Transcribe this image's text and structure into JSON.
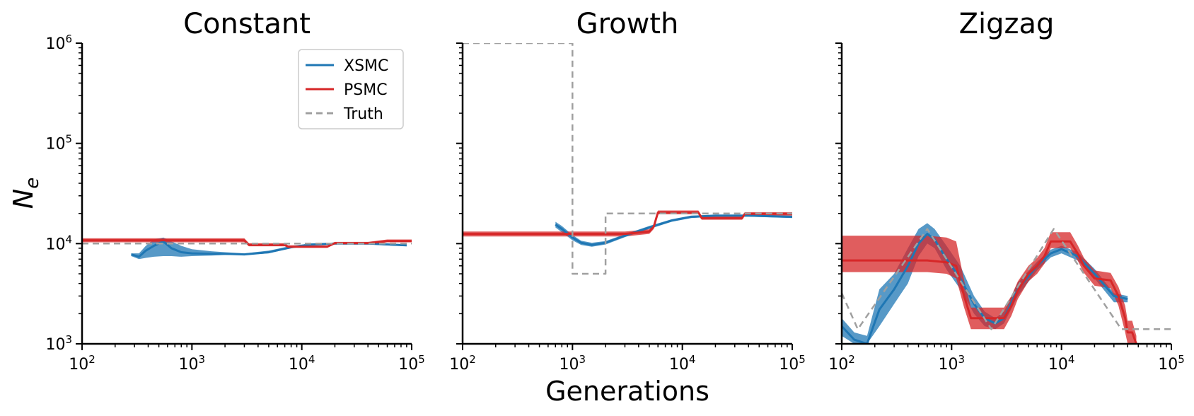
{
  "figure": {
    "ylabel": "N",
    "ylabel_sub": "e",
    "xlabel": "Generations"
  },
  "chart_data": [
    {
      "type": "line",
      "title": "Constant",
      "xscale": "log",
      "yscale": "log",
      "xlim": [
        100,
        100000
      ],
      "ylim": [
        1000,
        1000000
      ],
      "legend": {
        "placement": "top-right",
        "entries": [
          "XSMC",
          "PSMC",
          "Truth"
        ]
      },
      "series": [
        {
          "name": "XSMC",
          "color": "#1f77b4",
          "x": [
            280,
            330,
            380,
            450,
            550,
            650,
            800,
            1000,
            1500,
            2000,
            3000,
            5000,
            8000,
            12000,
            20000,
            40000,
            90000
          ],
          "y": [
            7800,
            7400,
            8500,
            9500,
            10500,
            9000,
            8200,
            8000,
            7900,
            7900,
            7800,
            8200,
            9200,
            9800,
            10000,
            10000,
            9600
          ],
          "lower": [
            7500,
            7000,
            7200,
            7400,
            7500,
            7500,
            7400,
            7500,
            7600,
            7700,
            7700,
            8000,
            9000,
            9600,
            9800,
            9800,
            9400
          ],
          "upper": [
            8000,
            8000,
            9500,
            11000,
            11500,
            10500,
            9500,
            8800,
            8400,
            8200,
            8000,
            8500,
            9500,
            10000,
            10200,
            10200,
            9800
          ]
        },
        {
          "name": "PSMC",
          "color": "#d62728",
          "x": [
            100,
            3000,
            3300,
            7000,
            7500,
            17000,
            20000,
            40000,
            60000,
            100000
          ],
          "y": [
            10800,
            10800,
            9700,
            9700,
            9300,
            9300,
            10100,
            10100,
            10600,
            10600
          ],
          "lower": [
            10300,
            10300,
            9400,
            9400,
            9100,
            9100,
            9900,
            9900,
            10300,
            10300
          ],
          "upper": [
            11300,
            11300,
            10100,
            10100,
            9600,
            9600,
            10400,
            10400,
            11000,
            11000
          ]
        },
        {
          "name": "Truth",
          "color": "#a0a0a0",
          "style": "dashed",
          "x": [
            100,
            100000
          ],
          "y": [
            10000,
            10000
          ]
        }
      ]
    },
    {
      "type": "line",
      "title": "Growth",
      "xscale": "log",
      "yscale": "log",
      "xlim": [
        100,
        100000
      ],
      "ylim": [
        1000,
        1000000
      ],
      "series": [
        {
          "name": "XSMC",
          "color": "#1f77b4",
          "x": [
            700,
            800,
            1000,
            1200,
            1500,
            2000,
            3000,
            5000,
            8000,
            12000,
            20000,
            40000,
            100000
          ],
          "y": [
            15500,
            14000,
            11500,
            10200,
            9700,
            10200,
            12000,
            14500,
            17000,
            18500,
            19000,
            19000,
            18500
          ],
          "lower": [
            14500,
            13000,
            10800,
            9700,
            9300,
            9800,
            11600,
            14000,
            16500,
            18000,
            18600,
            18600,
            18000
          ],
          "upper": [
            16500,
            15000,
            12200,
            10700,
            10200,
            10600,
            12400,
            15000,
            17500,
            19000,
            19400,
            19400,
            19000
          ]
        },
        {
          "name": "PSMC",
          "color": "#d62728",
          "x": [
            100,
            3000,
            5000,
            5500,
            6000,
            14000,
            15000,
            35000,
            37000,
            100000
          ],
          "y": [
            12500,
            12500,
            13200,
            14800,
            20500,
            20500,
            18000,
            18000,
            19800,
            19800
          ],
          "lower": [
            11800,
            11800,
            12500,
            14000,
            19600,
            19600,
            17300,
            17300,
            19000,
            19000
          ],
          "upper": [
            13200,
            13200,
            13900,
            15600,
            21400,
            21400,
            18700,
            18700,
            20600,
            20600
          ]
        },
        {
          "name": "Truth",
          "color": "#a0a0a0",
          "style": "dashed",
          "x": [
            100,
            1000,
            1000,
            2000,
            2000,
            100000
          ],
          "y": [
            1000000,
            1000000,
            5000,
            5000,
            20000,
            20000
          ]
        }
      ]
    },
    {
      "type": "line",
      "title": "Zigzag",
      "xscale": "log",
      "yscale": "log",
      "xlim": [
        100,
        100000
      ],
      "ylim": [
        1000,
        1000000
      ],
      "series": [
        {
          "name": "XSMC",
          "color": "#1f77b4",
          "x": [
            100,
            130,
            170,
            220,
            300,
            400,
            500,
            600,
            700,
            900,
            1200,
            1600,
            2000,
            2500,
            3000,
            4000,
            6000,
            8000,
            10000,
            14000,
            20000,
            30000,
            40000
          ],
          "y": [
            1500,
            1100,
            1000,
            2200,
            3500,
            6000,
            10000,
            12500,
            11000,
            7000,
            4500,
            2500,
            1800,
            1600,
            1800,
            3500,
            6000,
            8000,
            8800,
            7500,
            5000,
            3000,
            2800
          ],
          "lower": [
            1200,
            1000,
            1000,
            1500,
            2500,
            4000,
            7500,
            10000,
            9000,
            5500,
            3500,
            2000,
            1500,
            1400,
            1600,
            3000,
            5400,
            7300,
            8000,
            6800,
            4500,
            2600,
            2600
          ],
          "upper": [
            1800,
            1300,
            1200,
            3500,
            5000,
            9000,
            14000,
            16000,
            14000,
            9500,
            6000,
            3000,
            2100,
            1800,
            2100,
            4100,
            6600,
            8700,
            9500,
            8200,
            5600,
            3200,
            3000
          ]
        },
        {
          "name": "PSMC",
          "color": "#d62728",
          "x": [
            100,
            600,
            900,
            1100,
            1300,
            1500,
            3000,
            3500,
            4000,
            5000,
            6000,
            7000,
            8000,
            12000,
            14000,
            16000,
            20000,
            28000,
            33000,
            38000,
            40000,
            44000,
            48000
          ],
          "y": [
            6800,
            6800,
            6500,
            6000,
            3000,
            1800,
            1800,
            2400,
            3400,
            5000,
            6000,
            7500,
            10500,
            10500,
            8000,
            6000,
            4500,
            4300,
            3000,
            1800,
            1300,
            1300,
            1000
          ],
          "lower": [
            5200,
            5200,
            5000,
            4500,
            2300,
            1400,
            1400,
            1900,
            2800,
            4200,
            5000,
            6300,
            9000,
            9000,
            6800,
            5100,
            3800,
            3600,
            2400,
            1300,
            1000,
            1000,
            1000
          ],
          "upper": [
            12000,
            12000,
            11500,
            10500,
            4300,
            2300,
            2300,
            3000,
            4200,
            6000,
            7200,
            9000,
            13000,
            13000,
            9700,
            7200,
            5400,
            5100,
            3700,
            2400,
            1700,
            1700,
            1200
          ]
        },
        {
          "name": "Truth",
          "color": "#a0a0a0",
          "style": "dashed",
          "x": [
            100,
            140,
            600,
            2300,
            8500,
            35000,
            100000
          ],
          "y": [
            3200,
            1400,
            14000,
            1400,
            14000,
            1400,
            1400
          ]
        }
      ]
    }
  ]
}
